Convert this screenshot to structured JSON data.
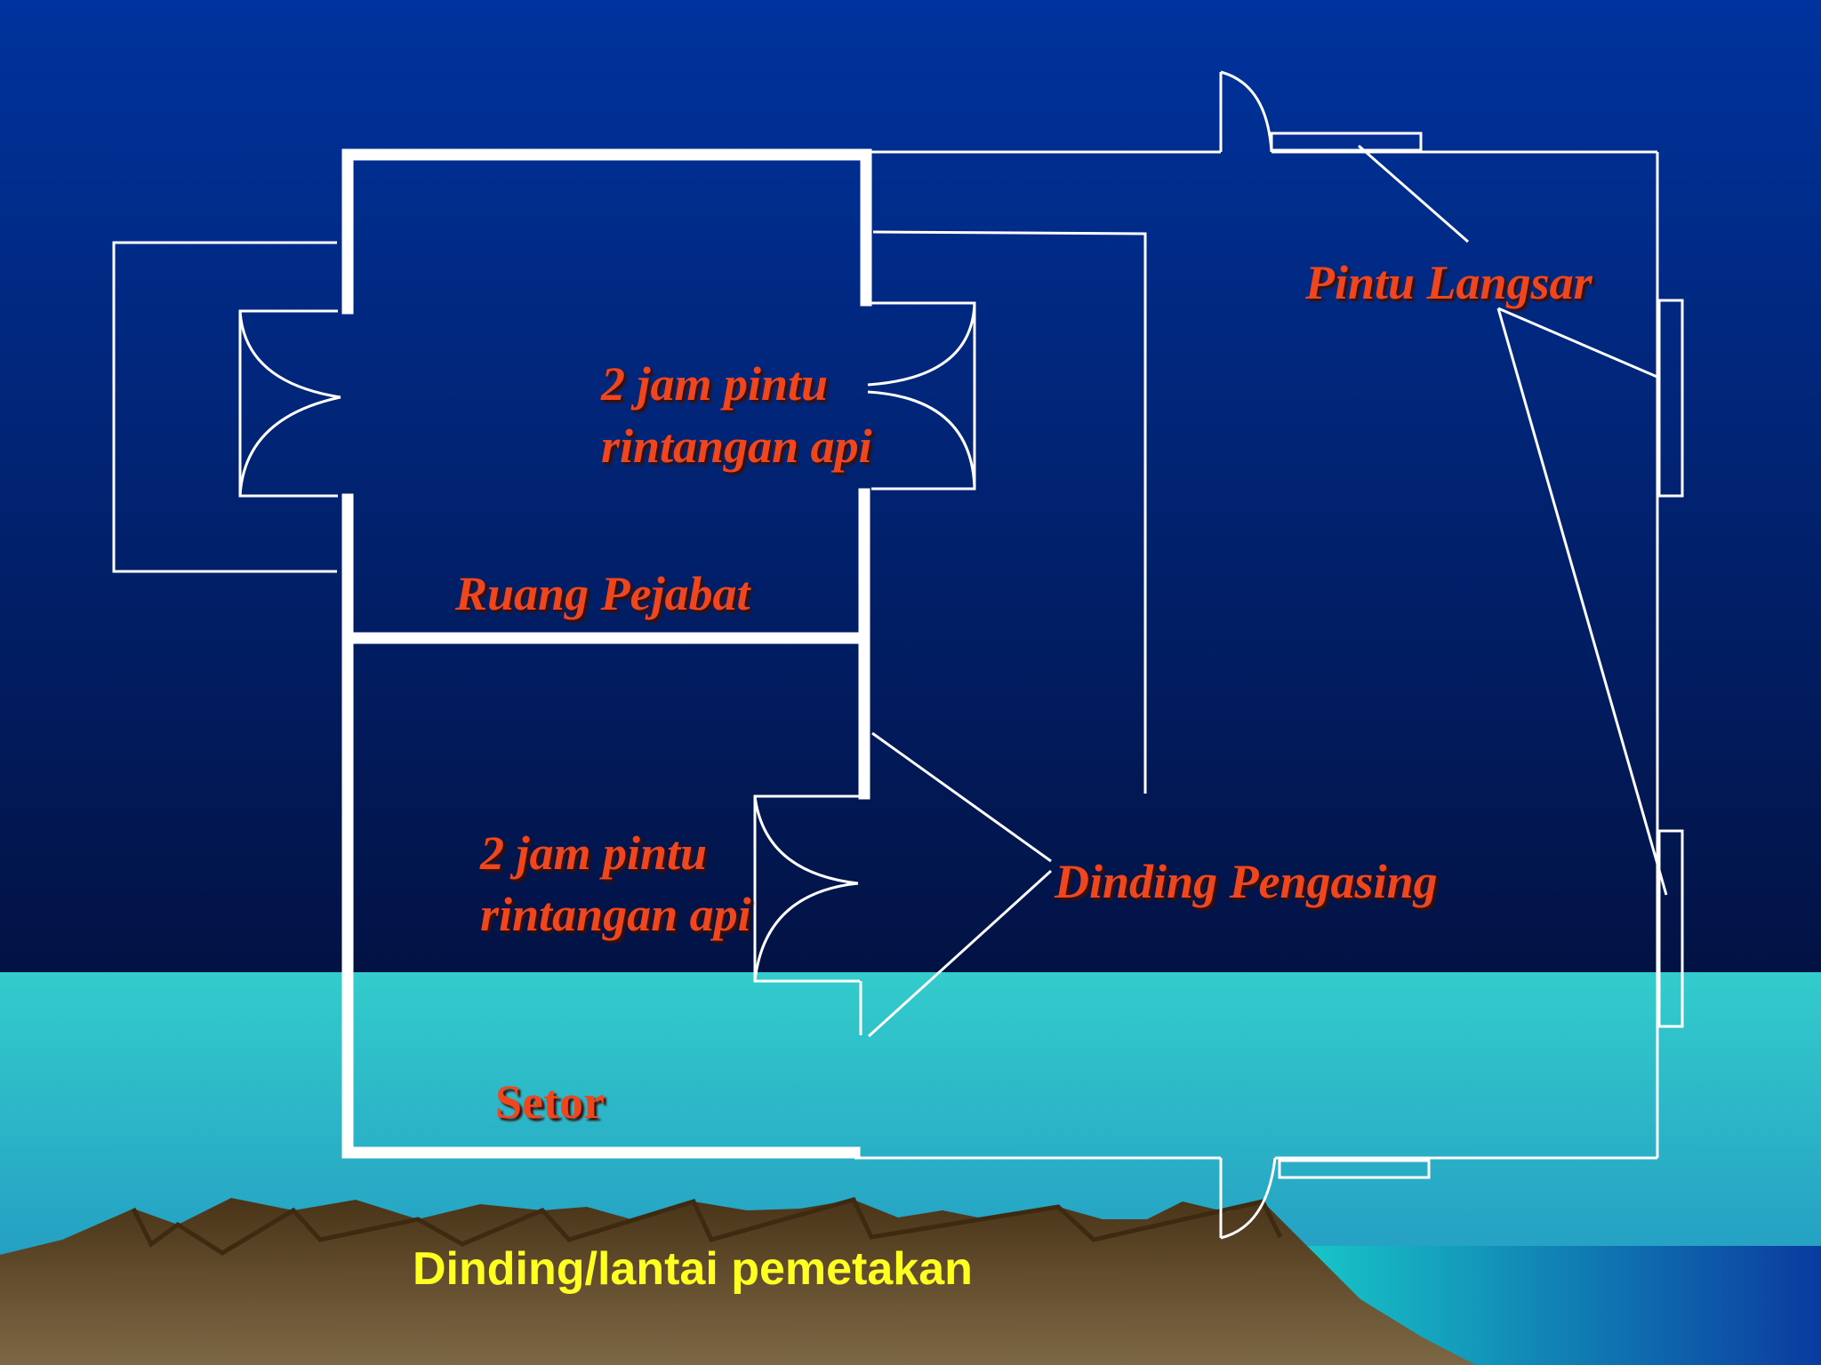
{
  "colors": {
    "sky_top": "#00339e",
    "sky_bottom": "#021244",
    "sea": "#2cc8cc",
    "mountain": "#6b5532",
    "wall": "#ffffff",
    "label": "#f0461e",
    "caption": "#ffff22"
  },
  "labels": {
    "pintu_langsar": "Pintu Langsar",
    "fire_door_upper_line1": "2 jam pintu",
    "fire_door_upper_line2": "rintangan api",
    "ruang_pejabat": "Ruang Pejabat",
    "fire_door_lower_line1": "2 jam pintu",
    "fire_door_lower_line2": "rintangan api",
    "dinding_pengasing": "Dinding Pengasing",
    "setor": "Setor"
  },
  "caption": "Dinding/lantai pemetakan"
}
